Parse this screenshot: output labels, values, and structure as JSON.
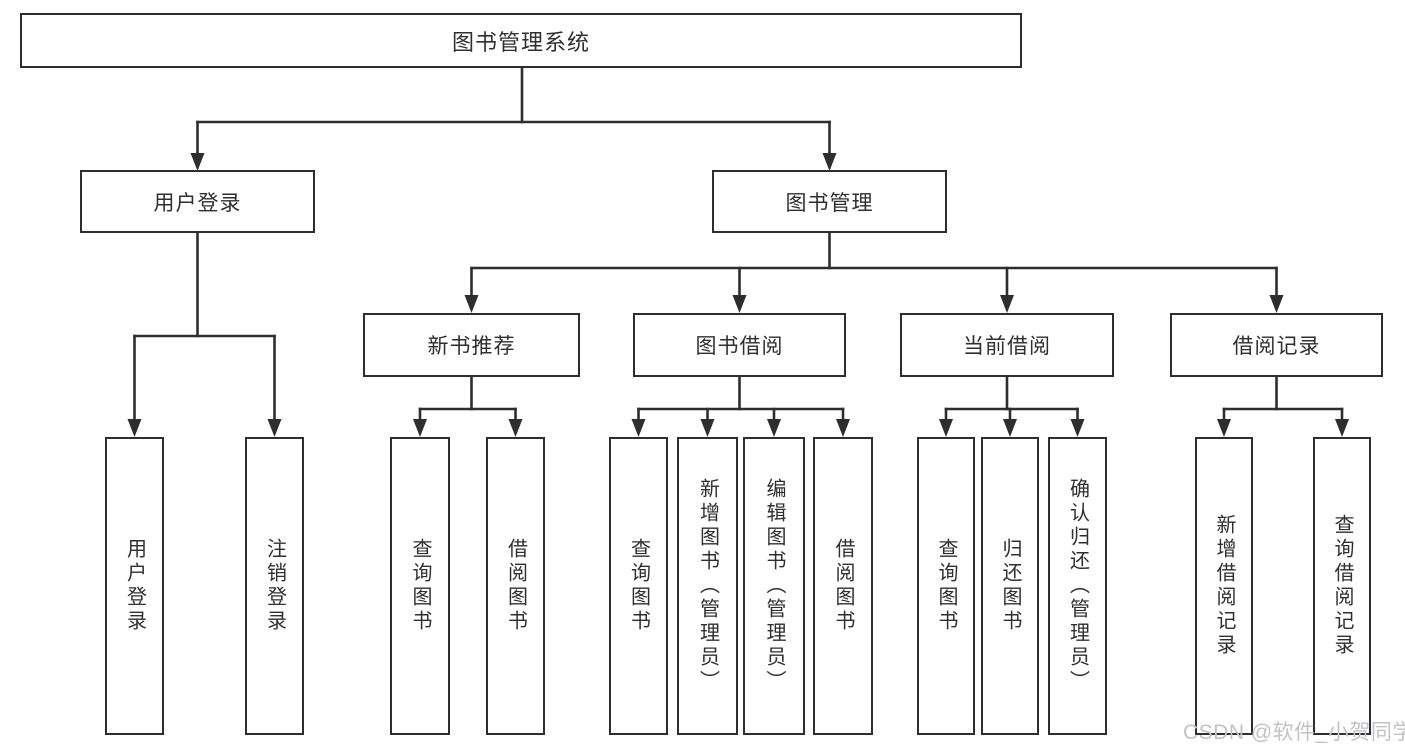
{
  "diagram": {
    "title": "图书管理系统",
    "tree": {
      "root": {
        "label": "图书管理系统"
      },
      "level2": [
        {
          "label": "用户登录",
          "children": [
            "用户登录",
            "注销登录"
          ]
        },
        {
          "label": "图书管理",
          "children": [
            {
              "label": "新书推荐",
              "children": [
                "查询图书",
                "借阅图书"
              ]
            },
            {
              "label": "图书借阅",
              "children": [
                "查询图书",
                "新增图书（管理员）",
                "编辑图书（管理员）",
                "借阅图书"
              ]
            },
            {
              "label": "当前借阅",
              "children": [
                "查询图书",
                "归还图书",
                "确认归还（管理员）"
              ]
            },
            {
              "label": "借阅记录",
              "children": [
                "新增借阅记录",
                "查询借阅记录"
              ]
            }
          ]
        }
      ]
    },
    "watermark": {
      "text": "CSDN @软件_小贺同学"
    },
    "colors": {
      "line": "#2e2e2e",
      "box_border": "#2e2e2e",
      "text": "#2f2f2f",
      "background": "#ffffff",
      "watermark_text": "#c3c3c7"
    }
  }
}
